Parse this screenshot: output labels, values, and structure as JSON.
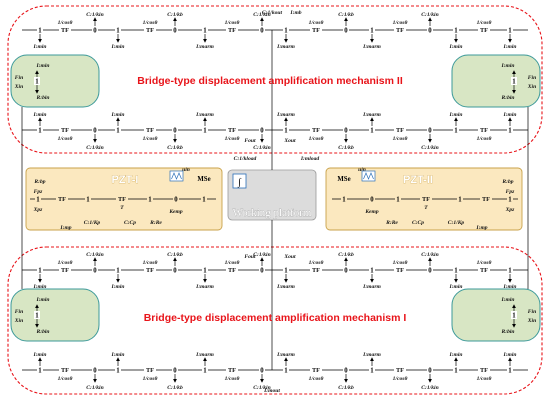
{
  "title_II": "Bridge-type displacement amplification mechanism II",
  "title_I": "Bridge-type displacement amplification mechanism I",
  "pzt1_label": "PZT-I",
  "pzt2_label": "PZT-II",
  "platform_label": "Working platform",
  "integrator_symbol": "∫",
  "colors": {
    "frame": "#e8141a",
    "title": "#e8141a",
    "side_fill": "#d8e6c4",
    "side_stroke": "#3d9a9a",
    "pzt_fill": "#fbe8bf",
    "platform_fill": "#dcdcdc"
  },
  "bond_labels": {
    "col_k_in": "C:1/kin",
    "col_k_b": "C:1/kb",
    "col_k_out": "C:1/kout",
    "mass_in": "I:min",
    "mass_arm": "I:marm",
    "mass_out": "I:mout",
    "mass_b": "I:mb",
    "mass_load": "I:mload",
    "col_k_load": "C:1/kload",
    "damp_in": "R:bin",
    "tf_cos": "1/cosθ",
    "tf_cos_v": "cosθ/v",
    "tf_v": "1/v",
    "tf": "TF",
    "force_in": "Fin",
    "disp_in": "Xin",
    "force_out": "Fout",
    "disp_out": "Xout",
    "force_pz": "Fpz",
    "disp_pz": "Xpz",
    "mse": "MSe",
    "u_in": "uin",
    "r_bp": "R:bp",
    "i_mp": "I:mp",
    "c_kp": "C:1/Kp",
    "c_cp": "C:Cp",
    "r_re": "R:Re",
    "k_emp": "Kemp",
    "t_sym": "T",
    "node0": "0",
    "node1": "1"
  }
}
